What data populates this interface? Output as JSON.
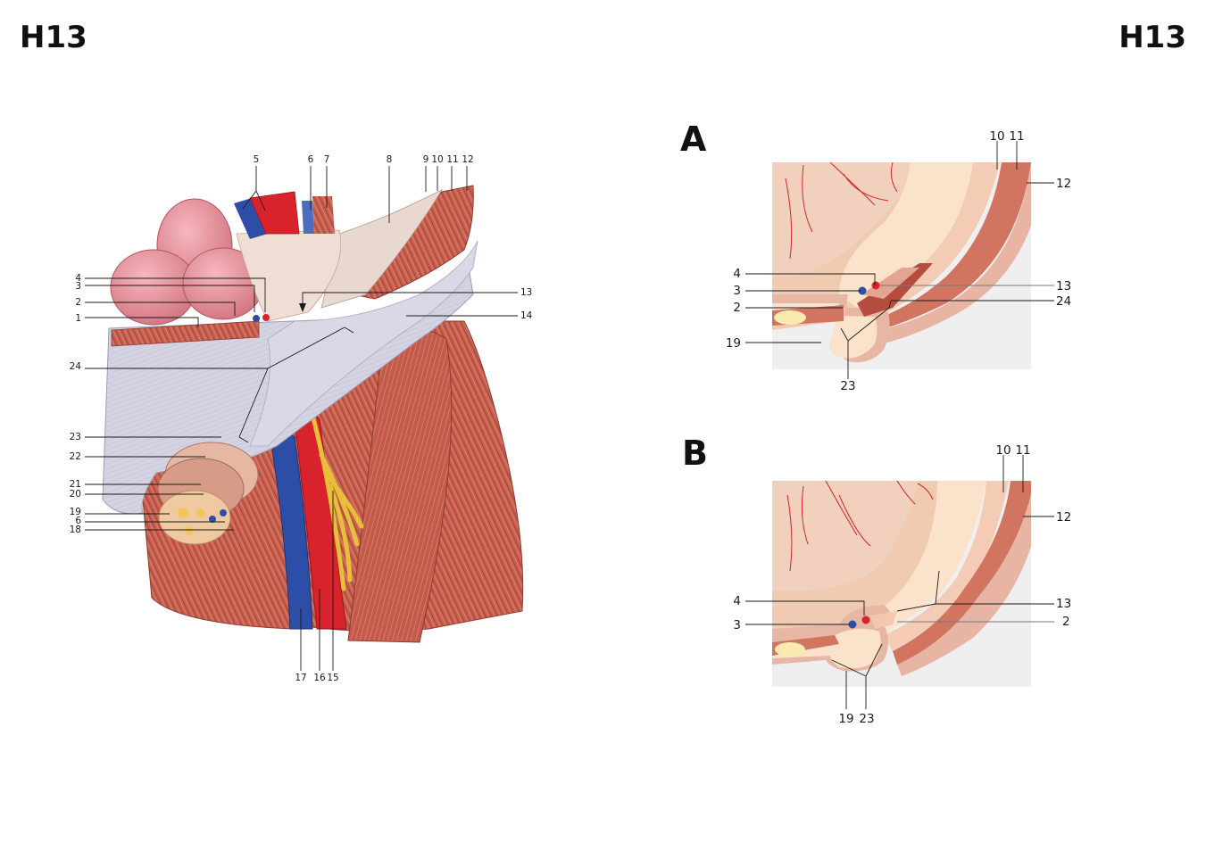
{
  "page_code": "H13",
  "panels": {
    "a": "A",
    "b": "B"
  },
  "model_labels": {
    "top": [
      "5",
      "6",
      "7",
      "8",
      "9",
      "10",
      "11",
      "12"
    ],
    "left": [
      "4",
      "3",
      "2",
      "1",
      "24",
      "23",
      "22",
      "21",
      "20",
      "19",
      "6",
      "18"
    ],
    "right": [
      "13",
      "14"
    ],
    "bottom": [
      "17",
      "16",
      "15"
    ]
  },
  "diagram_a_labels": [
    "10",
    "11",
    "12",
    "4",
    "3",
    "2",
    "19",
    "23",
    "13",
    "24"
  ],
  "diagram_b_labels": [
    "10",
    "11",
    "12",
    "4",
    "3",
    "13",
    "2",
    "19",
    "23"
  ],
  "colors": {
    "muscle": "#c9665a",
    "muscle_dark": "#a94a40",
    "fascia": "#d4d4e2",
    "artery": "#d8222c",
    "vein": "#2a4fa8",
    "nerve": "#e9c23a",
    "skin_tone": "#f0c9b0",
    "diagram_bg": "#efefef",
    "fascia_light": "#fbe0c6",
    "diagram_muscle": "#d27560"
  }
}
